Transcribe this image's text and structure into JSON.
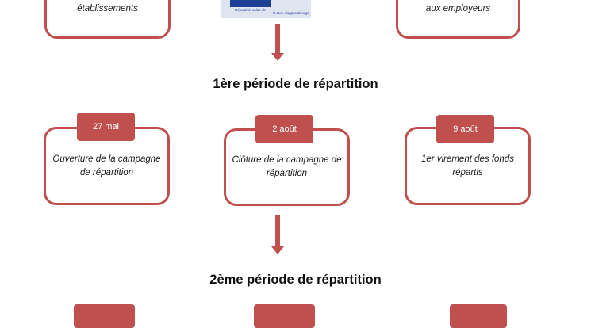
{
  "top": {
    "left_box": "établissements",
    "right_box": "aux employeurs",
    "logo": {
      "sub_left": "Répartir le solde de",
      "sub_right": "la taxe d'apprentissage"
    }
  },
  "period1": {
    "heading": "1ère période de répartition",
    "steps": [
      {
        "date": "27 mai",
        "text": "Ouverture de la campagne de répartition"
      },
      {
        "date": "2 août",
        "text": "Clôture de la campagne de répartition"
      },
      {
        "date": "9 août",
        "text": "1er virement des fonds répartis"
      }
    ]
  },
  "period2": {
    "heading": "2ème période de répartition"
  },
  "colors": {
    "accent": "#c0504d",
    "logo_blue": "#1f3f95"
  }
}
